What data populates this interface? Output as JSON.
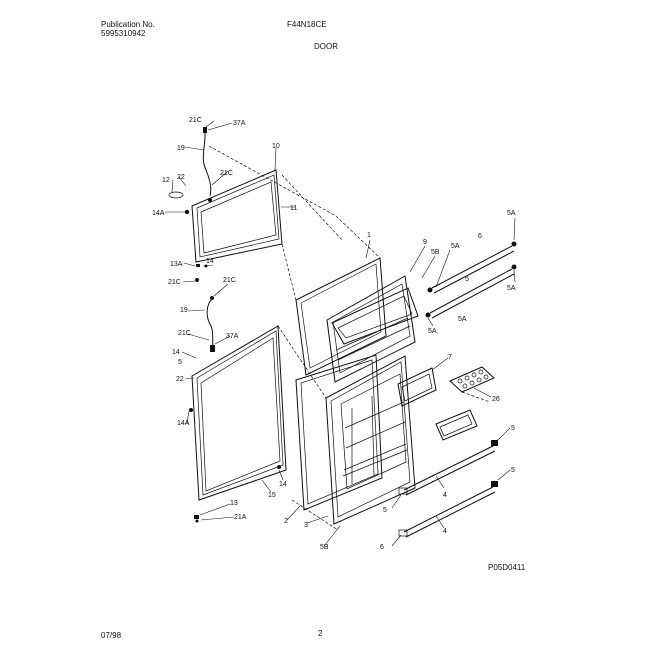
{
  "header": {
    "publication_label": "Publication No.",
    "publication_number": "5995310942",
    "model": "F44N18CE",
    "section": "DOOR"
  },
  "footer": {
    "date": "07/98",
    "page": "2",
    "figure_code": "P05D0411"
  },
  "callouts": [
    "21C",
    "37A",
    "19",
    "10",
    "22",
    "21C",
    "12",
    "14A",
    "11",
    "13A",
    "14",
    "21C",
    "1",
    "9",
    "5B",
    "5A",
    "6",
    "5A",
    "5A",
    "5A",
    "21C",
    "19",
    "21C",
    "37A",
    "14",
    "5",
    "22",
    "14A",
    "15",
    "14",
    "7",
    "26",
    "5",
    "4",
    "5",
    "13",
    "21A",
    "2",
    "3",
    "5B",
    "5",
    "4",
    "6",
    "5A",
    "5"
  ]
}
